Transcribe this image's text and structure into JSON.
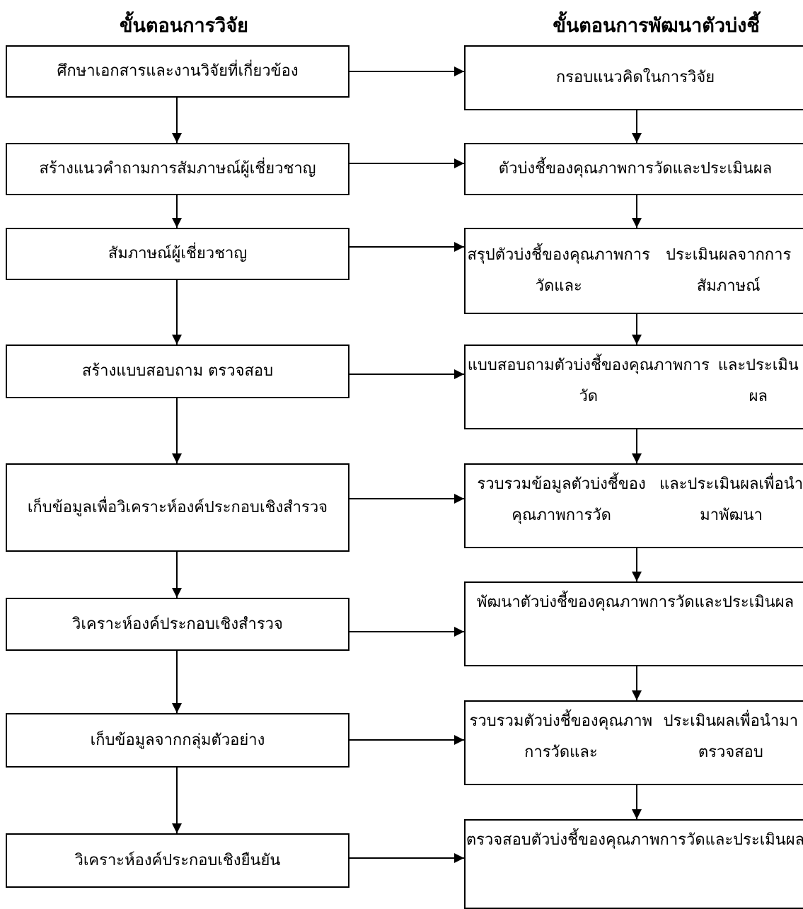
{
  "headings": {
    "research": "ขั้นตอนการวิจัย",
    "indicator": "ขั้นตอนการพัฒนาตัวบ่งชี้"
  },
  "research_steps": [
    "ศึกษาเอกสารและงานวิจัยที่เกี่ยวข้อง",
    "สร้างแนวคำถามการสัมภาษณ์ผู้เชี่ยวชาญ",
    "สัมภาษณ์ผู้เชี่ยวชาญ",
    "สร้างแบบสอบถาม ตรวจสอบ",
    "เก็บข้อมูลเพื่อวิเคราะห์องค์ประกอบ\nเชิงสำรวจ",
    "วิเคราะห์องค์ประกอบเชิงสำรวจ",
    "เก็บข้อมูลจากกลุ่มตัวอย่าง",
    "วิเคราะห์องค์ประกอบเชิงยืนยัน"
  ],
  "indicator_steps": [
    "กรอบแนวคิดในการวิจัย",
    "ตัวบ่งชี้ของคุณภาพการวัดและประเมินผล",
    "สรุปตัวบ่งชี้ของคุณภาพการวัดและ\nประเมินผลจากการสัมภาษณ์",
    "แบบสอบถามตัวบ่งชี้ของคุณภาพการวัด\nและประเมินผล",
    "รวบรวมข้อมูลตัวบ่งชี้ของคุณภาพการวัด\nและประเมินผลเพื่อนำมาพัฒนา",
    "พัฒนาตัวบ่งชี้ของคุณภาพการวัด\nและประเมินผล",
    "รวบรวมตัวบ่งชี้ของคุณภาพการวัดและ\nประเมินผลเพื่อนำมาตรวจสอบ",
    "ตรวจสอบตัวบ่งชี้ของคุณภาพการวัด\nและประเมินผล"
  ],
  "colors": {
    "line": "#000000",
    "background": "#ffffff"
  }
}
